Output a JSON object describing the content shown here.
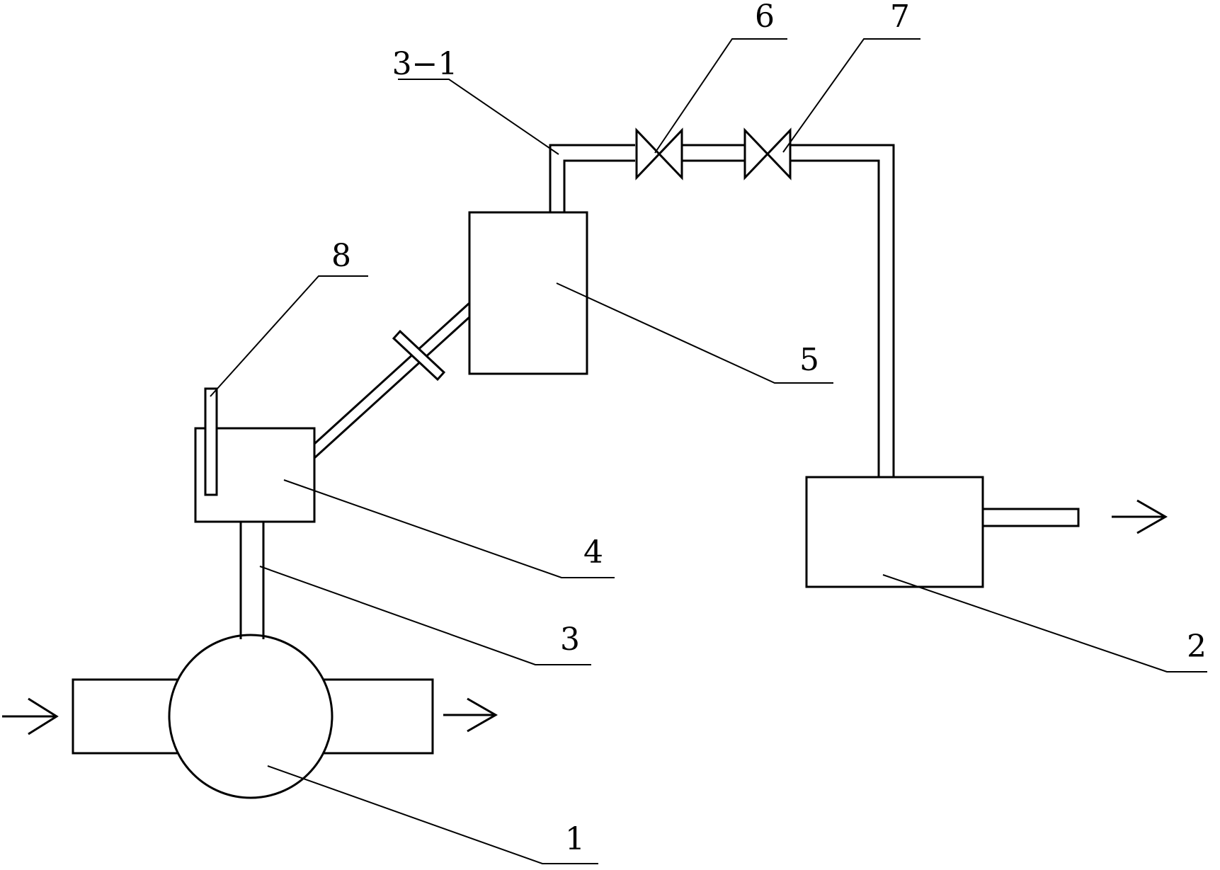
{
  "labels": {
    "l1": "1",
    "l2": "2",
    "l3": "3",
    "l3_1": "3−1",
    "l4": "4",
    "l5": "5",
    "l6": "6",
    "l7": "7",
    "l8": "8"
  },
  "colors": {
    "stroke": "#000000",
    "background": "#ffffff"
  }
}
